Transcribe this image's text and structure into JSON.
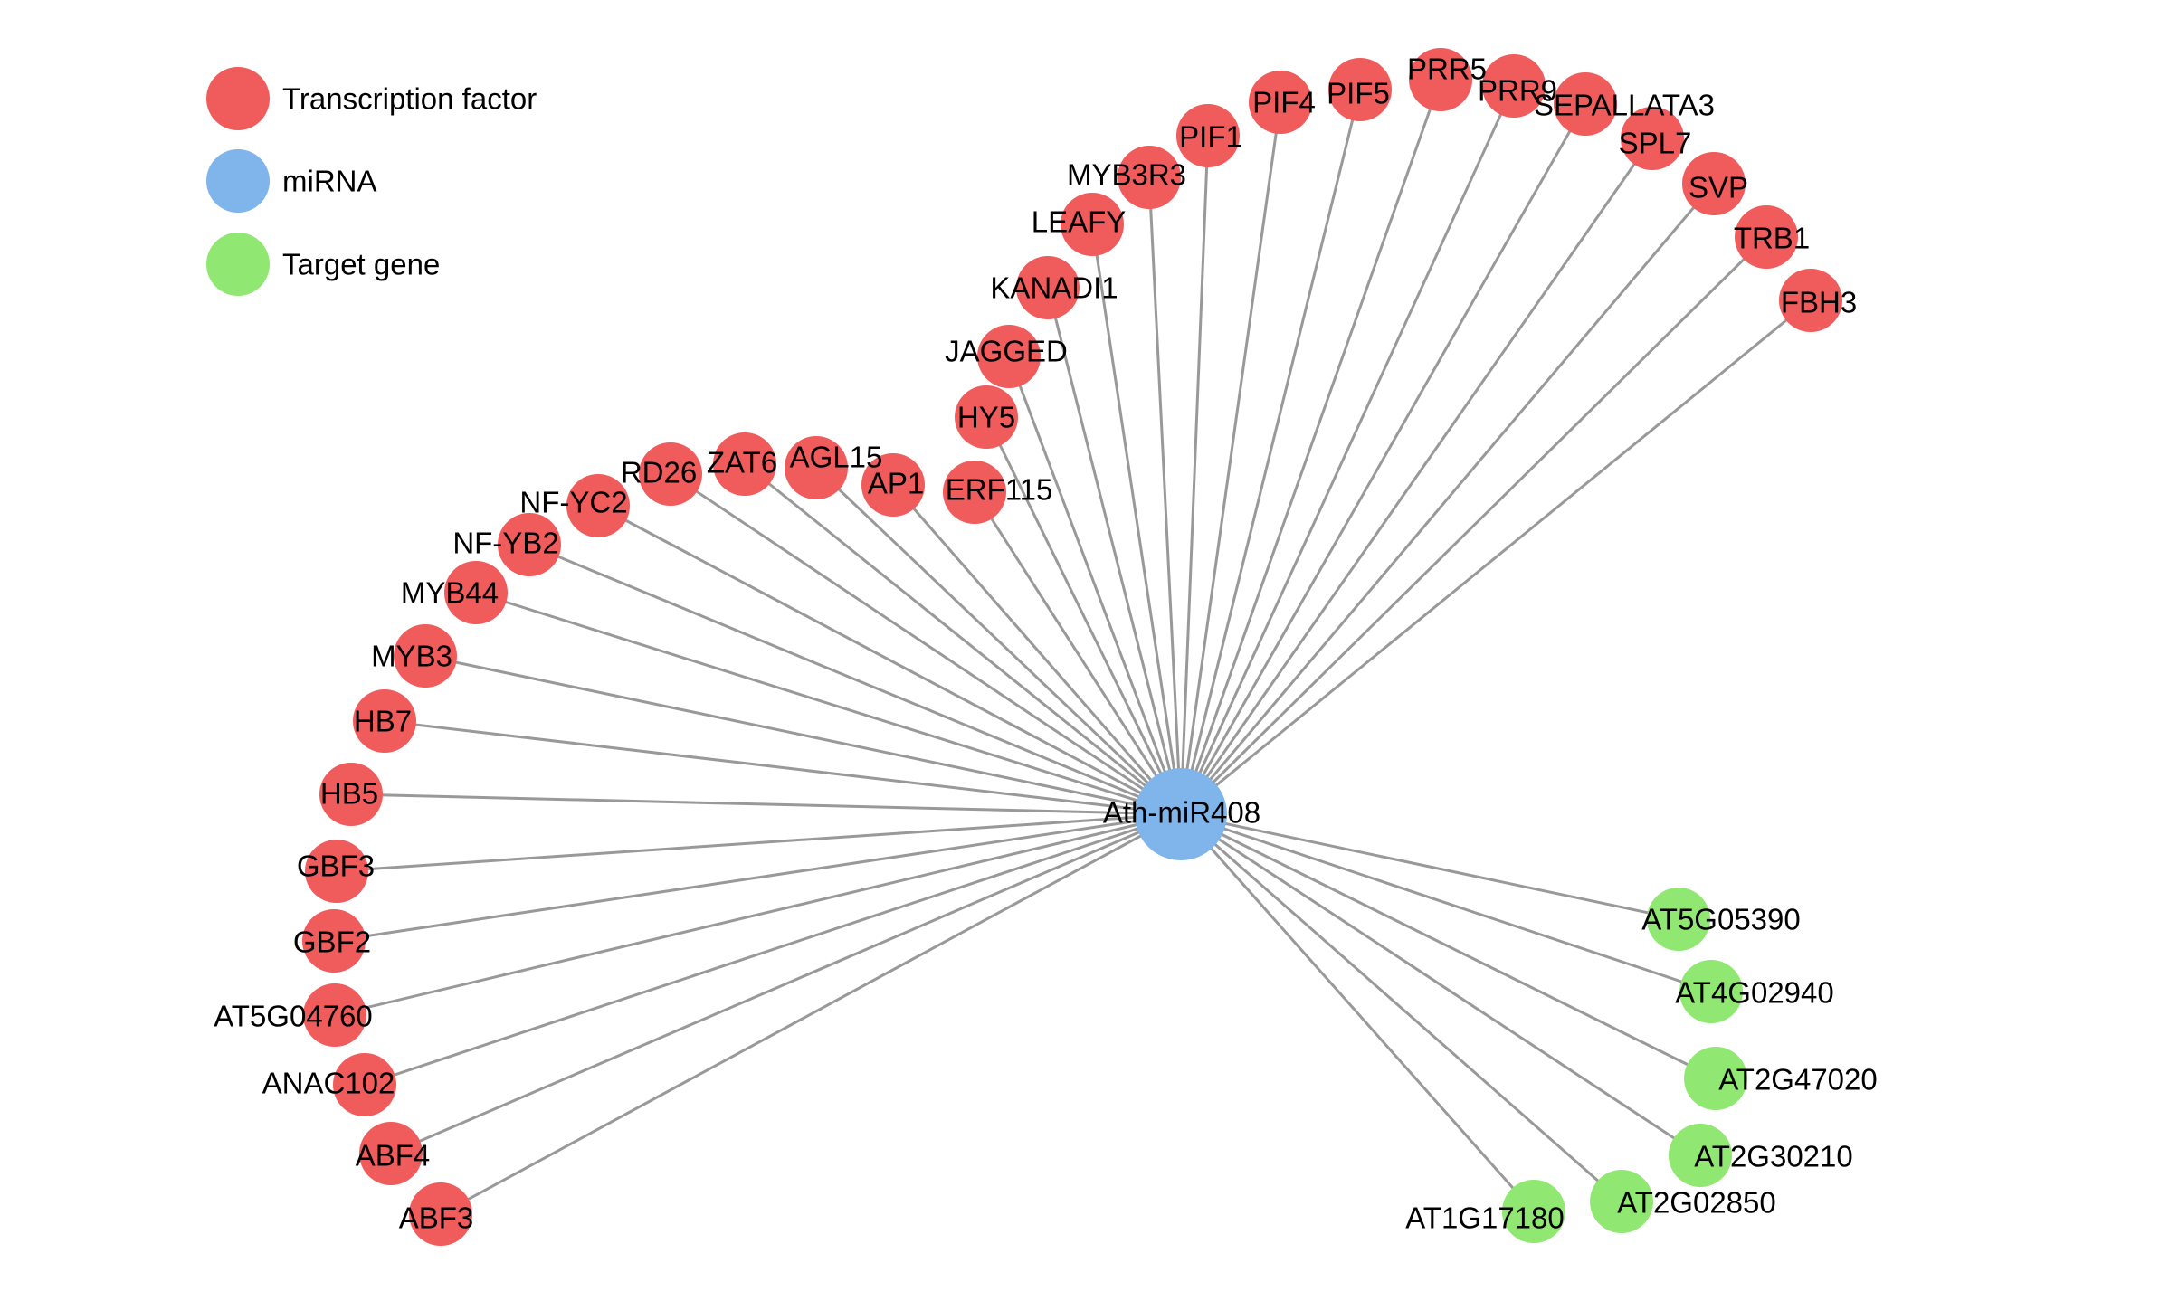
{
  "colors": {
    "transcription_factor": "#f05b5b",
    "mirna": "#7fb5ea",
    "target_gene": "#90e872",
    "edge": "#999999"
  },
  "legend": [
    {
      "label": "Transcription factor",
      "type": "transcription_factor"
    },
    {
      "label": "miRNA",
      "type": "mirna"
    },
    {
      "label": "Target gene",
      "type": "target_gene"
    }
  ],
  "center": {
    "label": "Ath-miR408",
    "type": "mirna"
  },
  "transcription_factors": [
    "PRR5",
    "PRR9",
    "SEPALLATA3",
    "PIF5",
    "PIF4",
    "SPL7",
    "PIF1",
    "SVP",
    "MYB3R3",
    "TRB1",
    "LEAFY",
    "FBH3",
    "KANADI1",
    "JAGGED",
    "HY5",
    "AGL15",
    "ZAT6",
    "AP1",
    "RD26",
    "ERF115",
    "NF-YC2",
    "NF-YB2",
    "MYB44",
    "MYB3",
    "HB7",
    "HB5",
    "GBF3",
    "GBF2",
    "AT5G04760",
    "ANAC102",
    "ABF4",
    "ABF3"
  ],
  "target_genes": [
    "AT5G05390",
    "AT4G02940",
    "AT2G47020",
    "AT2G30210",
    "AT2G02850",
    "AT1G17180"
  ]
}
